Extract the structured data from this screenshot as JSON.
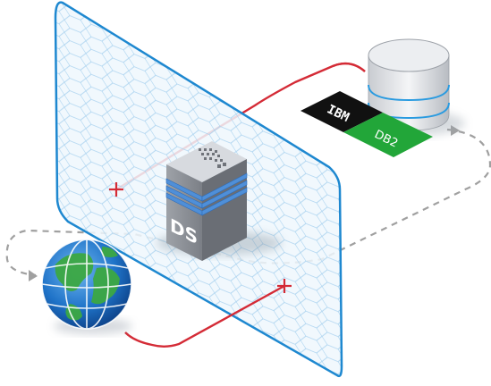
{
  "server": {
    "label": "DS"
  },
  "database": {
    "vendor_logo_text": "IBM",
    "product_label": "DB2"
  },
  "colors": {
    "firewall_stroke": "#1e88d0",
    "firewall_fill": "#e6f3fc",
    "mesh": "#a9d2ef",
    "red_line": "#d42b36",
    "dashed_line": "#a0a0a0",
    "ibm_bg": "#111111",
    "db2_bg": "#22a639",
    "server_body": "#8a8d93",
    "server_band": "#4f8fd8",
    "db_ring": "#2a9be0",
    "globe_ocean": "#1f73c8",
    "globe_land": "#3ca843"
  }
}
